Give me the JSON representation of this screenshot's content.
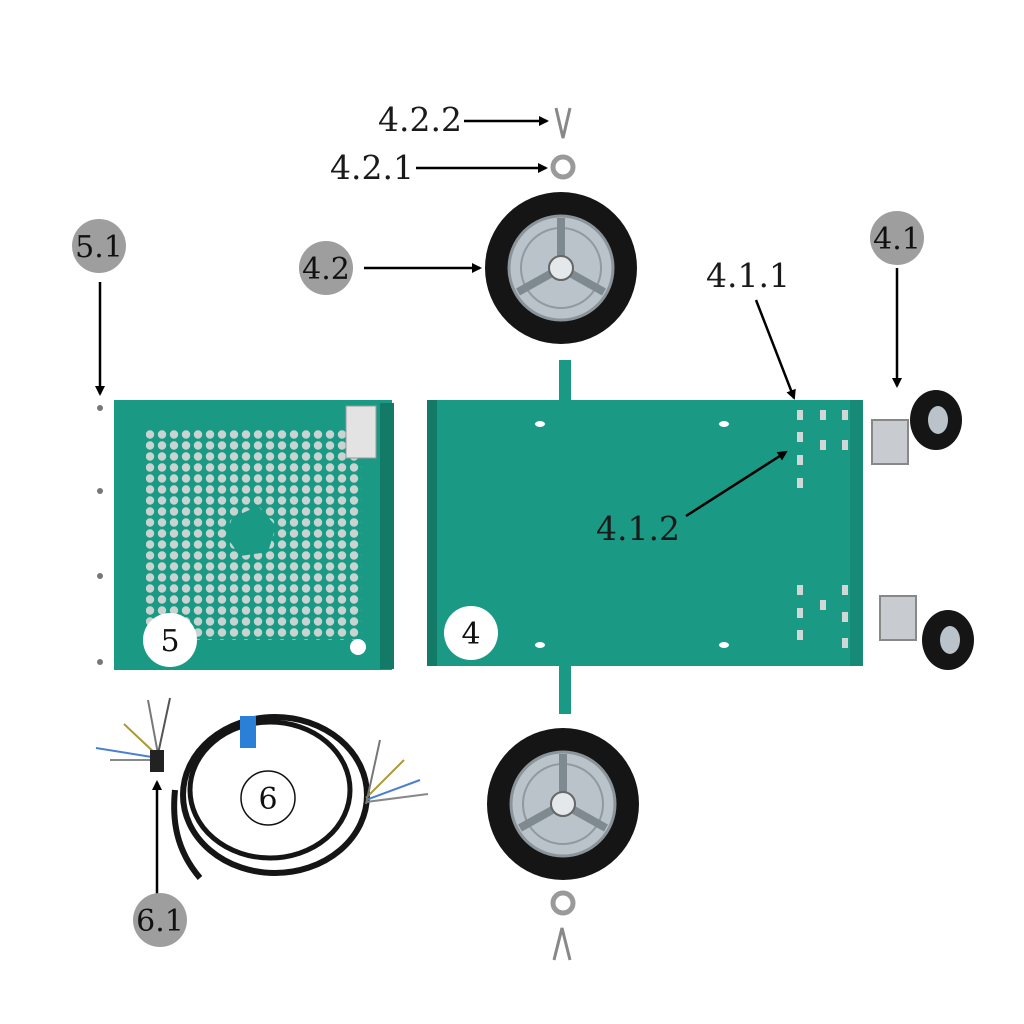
{
  "labels": {
    "l_4_2_2": "4.2.2",
    "l_4_2_1": "4.2.1",
    "l_4_2": "4.2",
    "l_4_1": "4.1",
    "l_4_1_1": "4.1.1",
    "l_4_1_2": "4.1.2",
    "l_5_1": "5.1",
    "l_5": "5",
    "l_4": "4",
    "l_6": "6",
    "l_6_1": "6.1"
  },
  "colors": {
    "panel_green": "#1a9a84",
    "panel_green_dark": "#137a68",
    "badge_gray": "#9e9e9e",
    "tire_black": "#151515",
    "hub_silver": "#b9c3c9"
  }
}
